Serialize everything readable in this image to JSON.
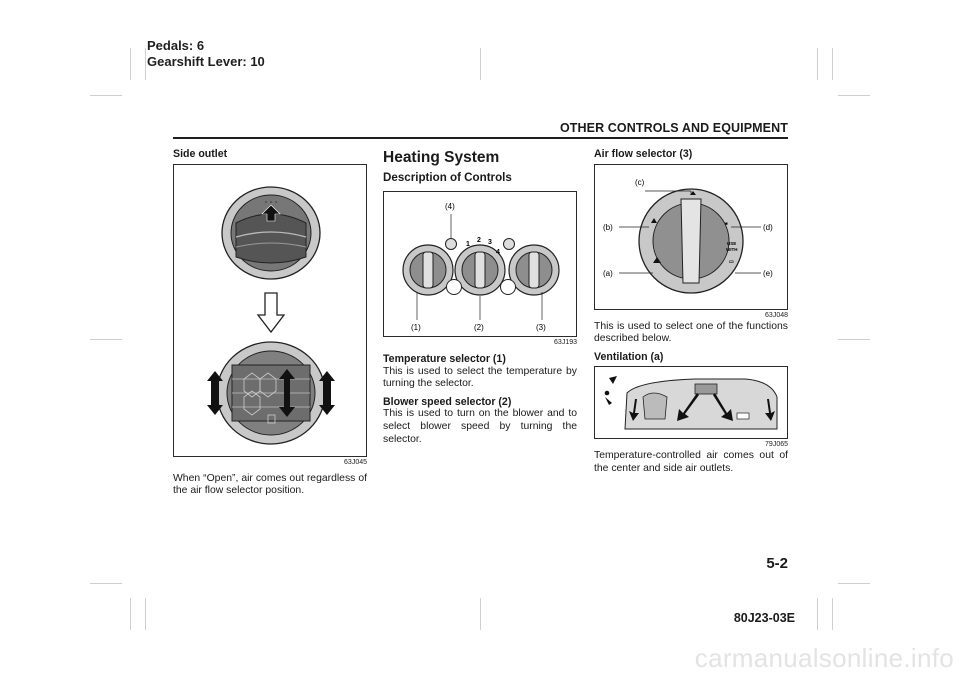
{
  "corner_note": {
    "line1": "Pedals: 6",
    "line2": "Gearshift Lever: 10"
  },
  "header": {
    "section_title": "OTHER CONTROLS AND EQUIPMENT"
  },
  "col1": {
    "heading": "Side outlet",
    "figure_code": "63J045",
    "body": "When “Open”, air comes out regardless of the air flow selector position."
  },
  "col2": {
    "title": "Heating System",
    "subtitle": "Description of Controls",
    "figure": {
      "label_4": "(4)",
      "label_1": "(1)",
      "label_2": "(2)",
      "label_3": "(3)",
      "code": "63J193"
    },
    "temp": {
      "heading": "Temperature selector (1)",
      "body": "This is used to select the temperature by turning the selector."
    },
    "blower": {
      "heading": "Blower speed selector (2)",
      "body": "This is used to turn on the blower and to select blower speed by turning the selector."
    }
  },
  "col3": {
    "heading": "Air flow selector (3)",
    "figure": {
      "label_c": "(c)",
      "label_b": "(b)",
      "label_d": "(d)",
      "label_a": "(a)",
      "label_e": "(e)",
      "code": "63J048"
    },
    "intro": "This is used to select one of the functions described below.",
    "vent": {
      "heading": "Ventilation (a)",
      "figure_code": "79J065",
      "body": "Temperature-controlled air comes out of the center and side air outlets."
    }
  },
  "page": {
    "number": "5-2",
    "doc_code": "80J23-03E"
  },
  "watermark": "carmanualsonline.info"
}
